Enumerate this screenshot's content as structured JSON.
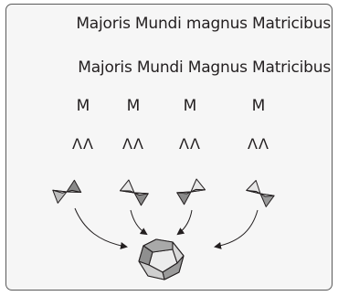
{
  "text": {
    "line1": "Majoris Mundi magnus Matricibus",
    "line2": "Majoris Mundi Magnus Matricibus"
  },
  "symbols": {
    "m": [
      "M",
      "M",
      "M",
      "M"
    ],
    "lambda": [
      "ΛΛ",
      "ΛΛ",
      "ΛΛ",
      "ΛΛ"
    ]
  },
  "colors": {
    "panel_border": "#5a5a5a",
    "panel_fill": "#f6f6f6",
    "ink": "#231f20"
  }
}
